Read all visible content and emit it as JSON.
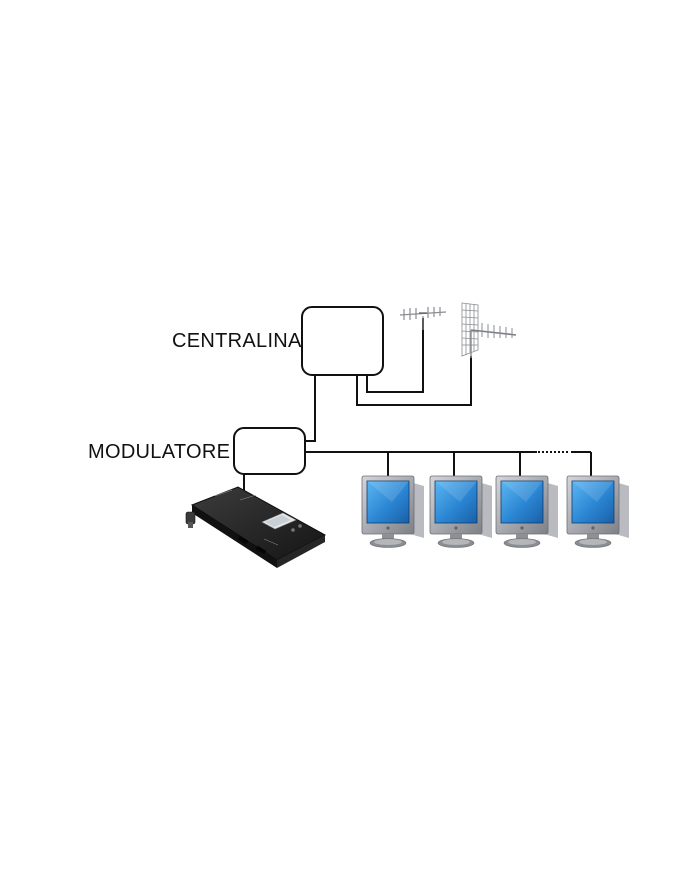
{
  "labels": {
    "centralina": "CENTRALINA",
    "modulatore": "MODULATORE"
  },
  "nodes": [
    {
      "id": "centralina",
      "kind": "box"
    },
    {
      "id": "modulatore",
      "kind": "box"
    },
    {
      "id": "antenna-yagi",
      "kind": "icon",
      "icon": "antenna-icon"
    },
    {
      "id": "antenna-grid",
      "kind": "icon",
      "icon": "grid-antenna-icon"
    },
    {
      "id": "modulator-device",
      "kind": "icon",
      "icon": "modulator-device-icon"
    },
    {
      "id": "tv-1",
      "kind": "icon",
      "icon": "monitor-icon"
    },
    {
      "id": "tv-2",
      "kind": "icon",
      "icon": "monitor-icon"
    },
    {
      "id": "tv-3",
      "kind": "icon",
      "icon": "monitor-icon"
    },
    {
      "id": "tv-4",
      "kind": "icon",
      "icon": "monitor-icon"
    }
  ],
  "edges": [
    {
      "from": "antenna-yagi",
      "to": "centralina"
    },
    {
      "from": "antenna-grid",
      "to": "centralina"
    },
    {
      "from": "centralina",
      "to": "modulatore"
    },
    {
      "from": "modulatore",
      "to": "modulator-device"
    },
    {
      "from": "modulatore",
      "to": "tv-1"
    },
    {
      "from": "modulatore",
      "to": "tv-2"
    },
    {
      "from": "modulatore",
      "to": "tv-3"
    },
    {
      "from": "modulatore",
      "to": "tv-4",
      "style": "dotted-gap"
    }
  ],
  "colors": {
    "line": "#111111",
    "screen": "#2f8fd8",
    "screen_dark": "#1a5fa6",
    "monitor_frame": "#9a9ca1",
    "device": "#2a2a2a"
  }
}
